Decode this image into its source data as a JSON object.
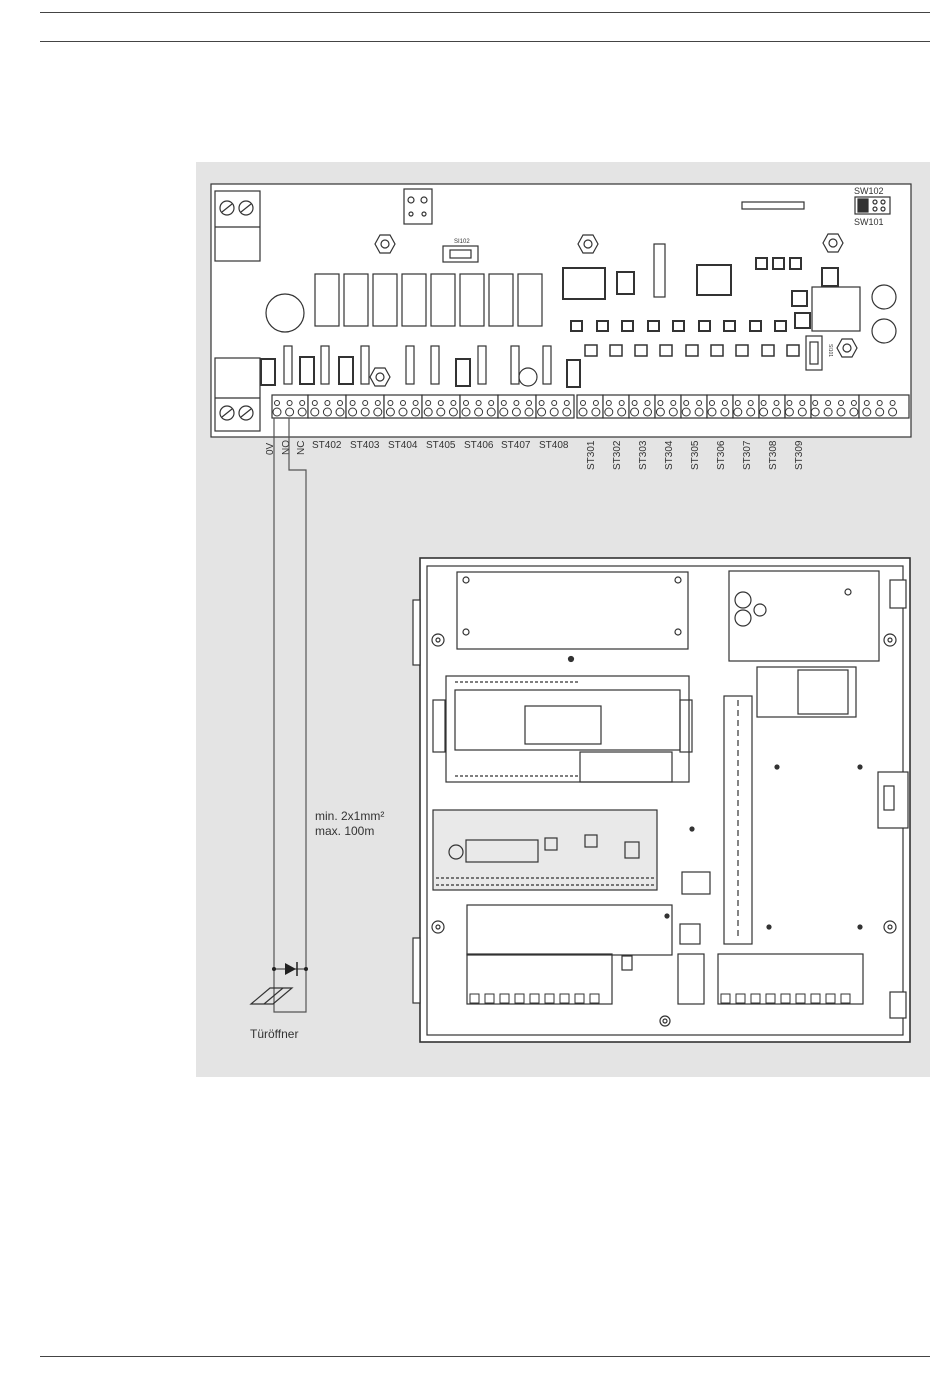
{
  "board": {
    "switch_labels": {
      "sw102": "SW102",
      "sw101": "SW101"
    },
    "fuse_labels": {
      "si102": "SI102",
      "si101": "SI101"
    },
    "terminal_labels": {
      "left": [
        "0V",
        "NO",
        "NC"
      ],
      "relay_group": [
        "ST402",
        "ST403",
        "ST404",
        "ST405",
        "ST406",
        "ST407",
        "ST408"
      ],
      "output_group": [
        "ST301",
        "ST302",
        "ST303",
        "ST304",
        "ST305",
        "ST306",
        "ST307",
        "ST308",
        "ST309"
      ]
    }
  },
  "cable": {
    "line1": "min. 2x1mm²",
    "line2": "max. 100m"
  },
  "door_opener": {
    "label": "Türöffner"
  },
  "colors": {
    "panel_background": "#e4e4e4",
    "line": "#444444"
  }
}
